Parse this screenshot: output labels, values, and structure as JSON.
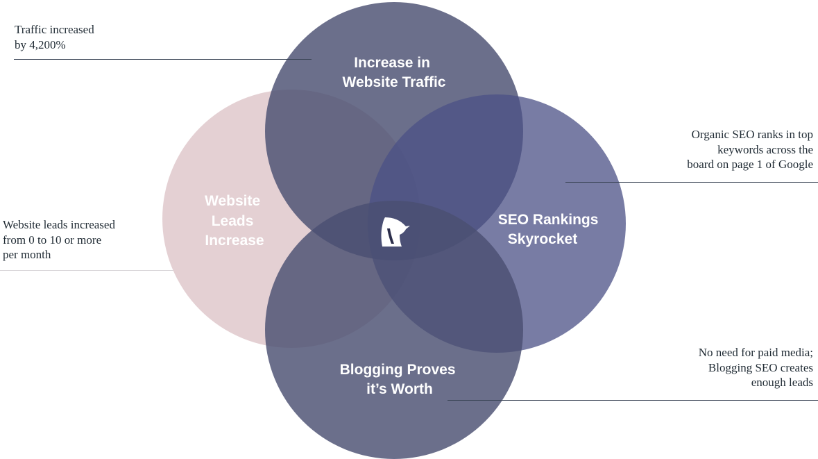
{
  "diagram": {
    "circles": [
      {
        "id": "traffic",
        "lines": [
          "Increase in",
          "Website Traffic"
        ],
        "color": "#4a4f72",
        "opacity": 0.82
      },
      {
        "id": "leads",
        "lines": [
          "Website",
          "Leads",
          "Increase"
        ],
        "color": "#d9bcc1",
        "opacity": 0.7
      },
      {
        "id": "seo",
        "lines": [
          "SEO Rankings",
          "Skyrocket"
        ],
        "color": "#4b5085",
        "opacity": 0.75
      },
      {
        "id": "blogging",
        "lines": [
          "Blogging Proves",
          "it’s Worth"
        ],
        "color": "#4a4f72",
        "opacity": 0.82
      }
    ],
    "center_logo": "knight-logo-icon"
  },
  "notes": {
    "traffic": {
      "lines": [
        "Traffic increased",
        "by 4,200%"
      ]
    },
    "leads": {
      "lines": [
        "Website leads increased",
        "from 0 to 10 or more",
        "per month"
      ]
    },
    "seo": {
      "lines": [
        "Organic SEO ranks in top",
        "keywords across the",
        "board on page 1 of Google"
      ]
    },
    "blogging": {
      "lines": [
        "No need for paid media;",
        "Blogging SEO creates",
        "enough leads"
      ]
    }
  },
  "colors": {
    "text_dark": "#1f2a33",
    "label_text": "#ffffff",
    "rule": "#3b4556"
  }
}
